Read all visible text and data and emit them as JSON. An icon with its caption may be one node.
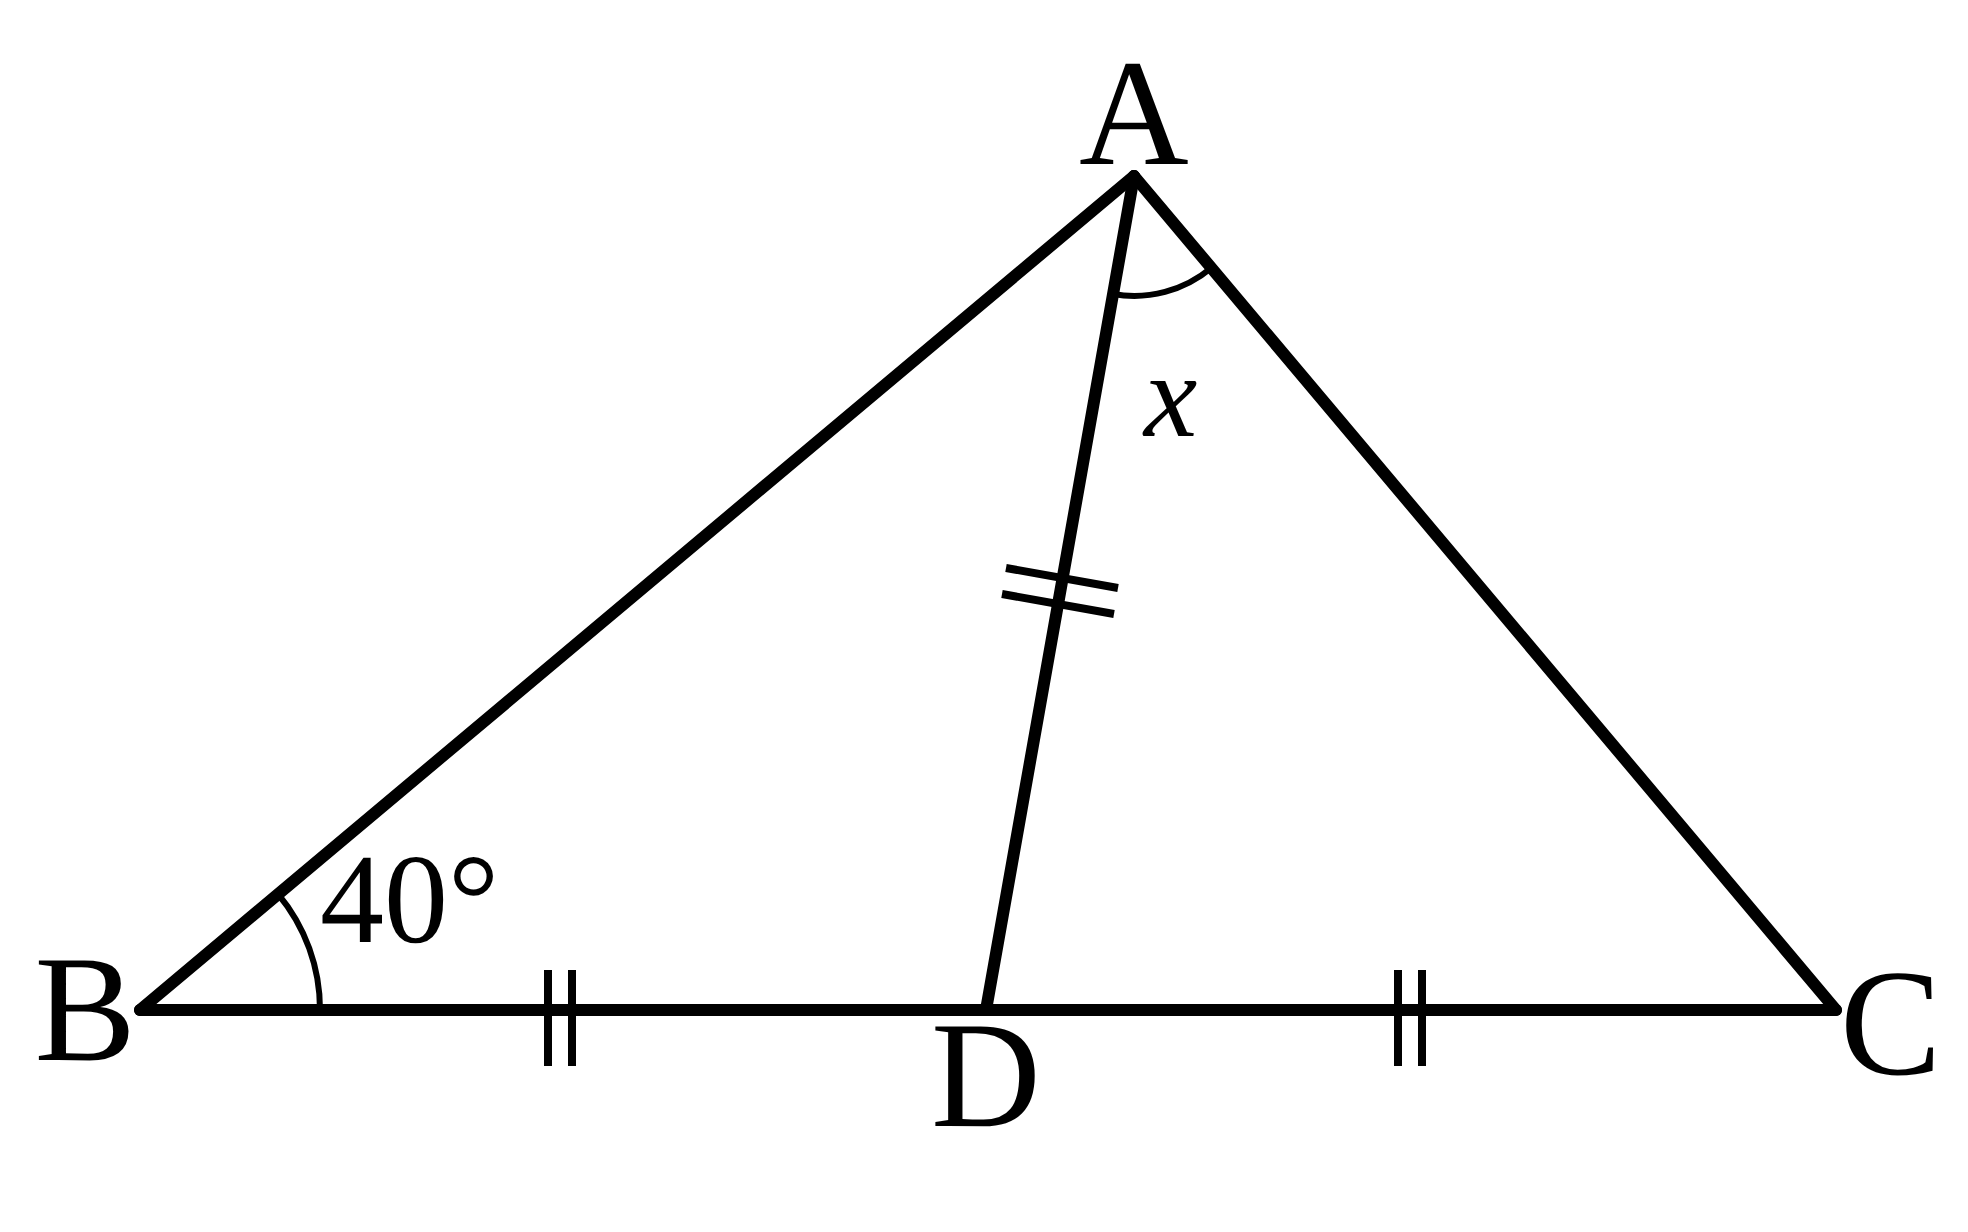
{
  "diagram": {
    "nodes": [
      {
        "text": [
          "A"
        ]
      },
      {
        "text": [
          "B"
        ]
      },
      {
        "text": [
          "D"
        ]
      },
      {
        "text": [
          "C"
        ]
      }
    ],
    "edges": [
      {
        "from": 0,
        "to": 1,
        "arrow": "none"
      },
      {
        "from": 0,
        "to": 3,
        "arrow": "none"
      },
      {
        "from": 0,
        "to": 2,
        "arrow": "none"
      },
      {
        "from": 1,
        "to": 2,
        "arrow": "none"
      },
      {
        "from": 2,
        "to": 3,
        "arrow": "none"
      }
    ],
    "labels": [
      "x",
      "40°"
    ]
  }
}
